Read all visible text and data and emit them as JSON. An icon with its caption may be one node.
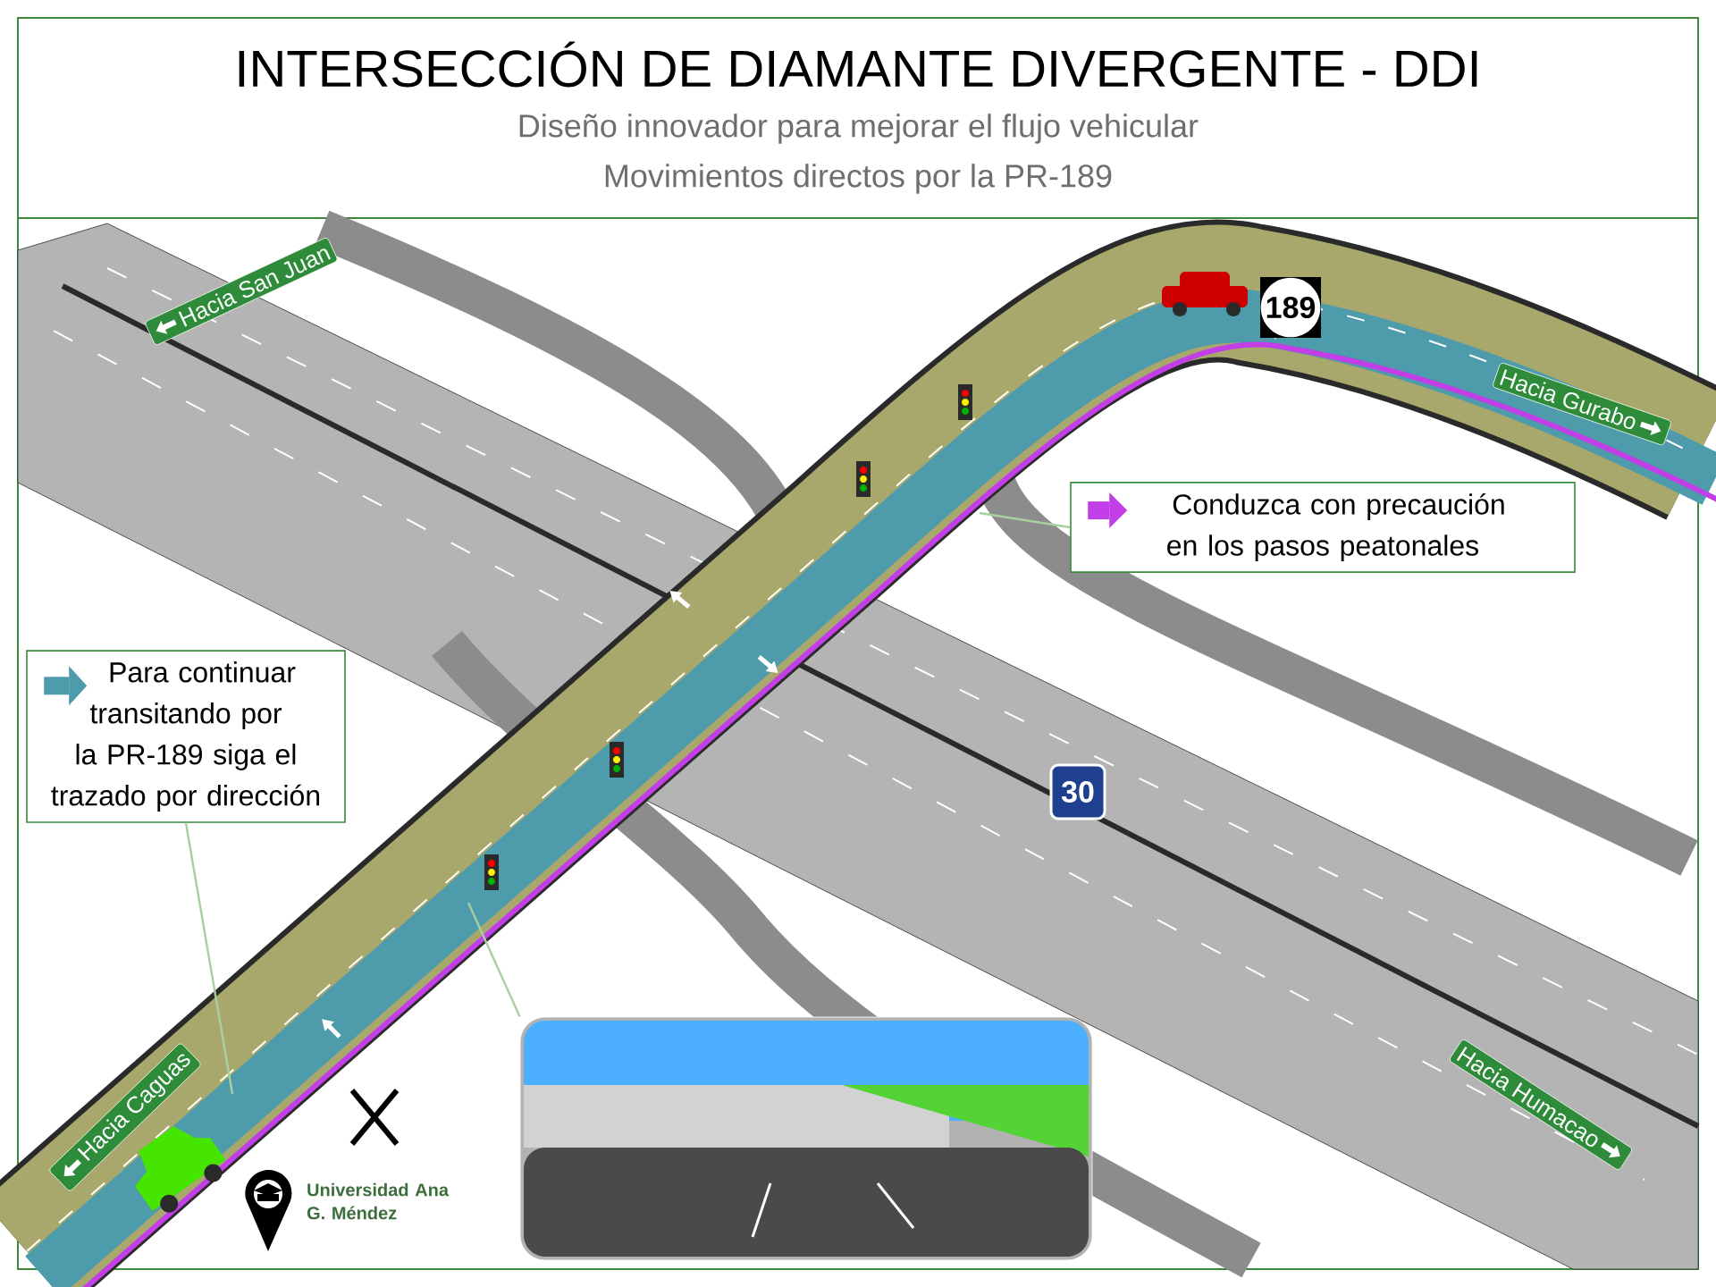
{
  "diagram": {
    "title": "INTERSECCIÓN DE DIAMANTE DIVERGENTE - DDI",
    "nodes": [
      {
        "text": [
          "Para continuar transitando por la PR-189 siga el trazado por dirección"
        ]
      },
      {
        "text": [
          "Conduzca con precaución en los pasos peatonales"
        ]
      },
      {
        "text": [],
        "shape": "picture"
      }
    ],
    "edges": [
      {
        "from": 0,
        "to": null,
        "arrow": "none"
      },
      {
        "from": 1,
        "to": null,
        "arrow": "none"
      },
      {
        "from": 2,
        "to": null,
        "arrow": "none"
      }
    ],
    "labels": [
      "Diseño innovador para mejorar el flujo vehicular",
      "Movimientos directos por la PR-189",
      "Hacia San Juan",
      "189",
      "Hacia Gurabo",
      "30",
      "Hacia Caguas",
      "Hacia Humacao",
      "Universidad Ana G. Méndez"
    ]
  }
}
